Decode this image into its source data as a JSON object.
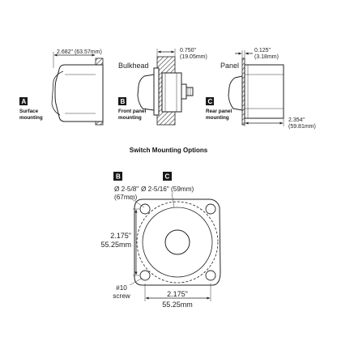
{
  "figure_title": "Switch Mounting Options",
  "views": {
    "a": {
      "badge": "A",
      "caption_line1": "Surface",
      "caption_line2": "mounting",
      "dimension": "2.682\" (63.57mm)"
    },
    "b": {
      "badge": "B",
      "caption_line1": "Front panel",
      "caption_line2": "mounting",
      "label": "Bulkhead",
      "dimension_line1": "0.750\"",
      "dimension_line2": "(19.05mm)"
    },
    "c": {
      "badge": "C",
      "caption_line1": "Rear panel",
      "caption_line2": "mounting",
      "label": "Panel",
      "dimension_top_line1": "0.125\"",
      "dimension_top_line2": "(3.18mm)",
      "dimension_bottom_line1": "2.354\"",
      "dimension_bottom_line2": "(59.81mm)"
    }
  },
  "front_view": {
    "badge_b": "B",
    "badge_c": "C",
    "hole_b_line1": "Ø 2-5/8\"",
    "hole_b_line2": "(67mm)",
    "hole_c": "Ø 2-5/16\" (59mm)",
    "height_line1": "2.175\"",
    "height_line2": "55.25mm",
    "width_line1": "2.175\"",
    "width_line2": "55.25mm",
    "screw_line1": "#10",
    "screw_line2": "screw"
  },
  "colors": {
    "badge_fill": "#1a1a1a",
    "line": "#222222",
    "background": "#ffffff"
  }
}
